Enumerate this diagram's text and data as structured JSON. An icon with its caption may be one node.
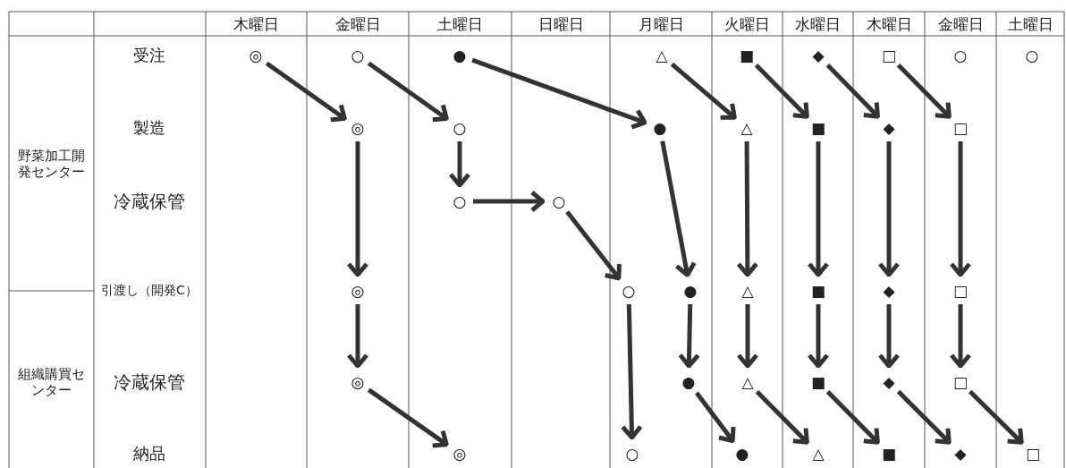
{
  "diagram": {
    "nodes": [
      {
        "text": [
          "◎"
        ]
      },
      {
        "text": [
          "○"
        ]
      },
      {
        "text": [
          "●"
        ]
      },
      {
        "text": [
          "△"
        ]
      },
      {
        "text": [
          "■"
        ]
      },
      {
        "text": [
          "◆"
        ]
      },
      {
        "text": [
          "□"
        ]
      },
      {
        "text": [
          "○"
        ]
      },
      {
        "text": [
          "○"
        ]
      },
      {
        "text": [
          "◎"
        ]
      },
      {
        "text": [
          "○"
        ]
      },
      {
        "text": [
          "●"
        ]
      },
      {
        "text": [
          "△"
        ]
      },
      {
        "text": [
          "■"
        ]
      },
      {
        "text": [
          "◆"
        ]
      },
      {
        "text": [
          "□"
        ]
      },
      {
        "text": [
          "○"
        ]
      },
      {
        "text": [
          "○"
        ]
      },
      {
        "text": [
          "◎"
        ]
      },
      {
        "text": [
          "○"
        ]
      },
      {
        "text": [
          "●"
        ]
      },
      {
        "text": [
          "△"
        ]
      },
      {
        "text": [
          "■"
        ]
      },
      {
        "text": [
          "◆"
        ]
      },
      {
        "text": [
          "□"
        ]
      },
      {
        "text": [
          "◎"
        ]
      },
      {
        "text": [
          "●"
        ]
      },
      {
        "text": [
          "△"
        ]
      },
      {
        "text": [
          "■"
        ]
      },
      {
        "text": [
          "◆"
        ]
      },
      {
        "text": [
          "□"
        ]
      },
      {
        "text": [
          "◎"
        ]
      },
      {
        "text": [
          "○"
        ]
      },
      {
        "text": [
          "●"
        ]
      },
      {
        "text": [
          "△"
        ]
      },
      {
        "text": [
          "■"
        ]
      },
      {
        "text": [
          "◆"
        ]
      },
      {
        "text": [
          "□"
        ]
      }
    ],
    "edges": [
      {
        "from": 0,
        "to": 9,
        "arrow": "to"
      },
      {
        "from": 1,
        "to": 10,
        "arrow": "to"
      },
      {
        "from": 2,
        "to": 11,
        "arrow": "to"
      },
      {
        "from": 3,
        "to": 12,
        "arrow": "to"
      },
      {
        "from": 4,
        "to": 13,
        "arrow": "to"
      },
      {
        "from": 5,
        "to": 14,
        "arrow": "to"
      },
      {
        "from": 6,
        "to": 15,
        "arrow": "to"
      },
      {
        "from": 9,
        "to": 18,
        "arrow": "to"
      },
      {
        "from": 18,
        "to": 25,
        "arrow": "to"
      },
      {
        "from": 25,
        "to": 31,
        "arrow": "to"
      },
      {
        "from": 10,
        "to": 16,
        "arrow": "to"
      },
      {
        "from": 16,
        "to": 17,
        "arrow": "to"
      },
      {
        "from": 17,
        "to": 19,
        "arrow": "to"
      },
      {
        "from": 19,
        "to": 32,
        "arrow": "to"
      },
      {
        "from": 11,
        "to": 20,
        "arrow": "to"
      },
      {
        "from": 20,
        "to": 26,
        "arrow": "to"
      },
      {
        "from": 26,
        "to": 33,
        "arrow": "to"
      },
      {
        "from": 12,
        "to": 21,
        "arrow": "to"
      },
      {
        "from": 21,
        "to": 27,
        "arrow": "to"
      },
      {
        "from": 27,
        "to": 34,
        "arrow": "to"
      },
      {
        "from": 13,
        "to": 22,
        "arrow": "to"
      },
      {
        "from": 22,
        "to": 28,
        "arrow": "to"
      },
      {
        "from": 28,
        "to": 35,
        "arrow": "to"
      },
      {
        "from": 14,
        "to": 23,
        "arrow": "to"
      },
      {
        "from": 23,
        "to": 29,
        "arrow": "to"
      },
      {
        "from": 29,
        "to": 36,
        "arrow": "to"
      },
      {
        "from": 15,
        "to": 24,
        "arrow": "to"
      },
      {
        "from": 24,
        "to": 30,
        "arrow": "to"
      },
      {
        "from": 30,
        "to": 37,
        "arrow": "to"
      }
    ],
    "labels": [
      "木曜日",
      "金曜日",
      "土曜日",
      "日曜日",
      "月曜日",
      "火曜日",
      "水曜日",
      "木曜日",
      "金曜日",
      "土曜日",
      "野菜加工開発センター",
      "受注",
      "製造",
      "冷蔵保管",
      "引渡し（開発C）",
      "組織購買センター",
      "冷蔵保管",
      "納品"
    ]
  }
}
